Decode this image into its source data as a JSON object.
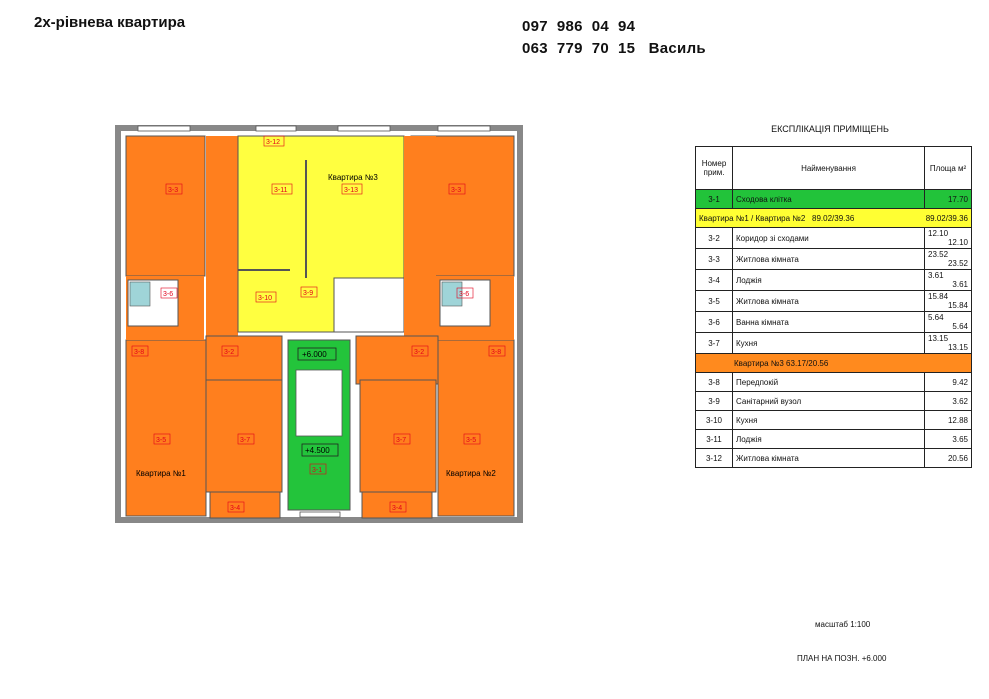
{
  "header": {
    "title": "2х-рівнева квартира",
    "phone1": "097  986  04  94",
    "phone2": "063  779  70  15   Василь"
  },
  "plan": {
    "colors": {
      "orange": "#ff7f1e",
      "yellow": "#ffff40",
      "green": "#23c43b",
      "wall": "#9a9a9a",
      "label_red": "#e3001b"
    },
    "room_tags": [
      "3-3",
      "3-3",
      "3-12",
      "3-11",
      "3-13",
      "3-6",
      "3-6",
      "3-10",
      "3-9",
      "3-8",
      "3-8",
      "3-2",
      "3-2",
      "3-5",
      "3-5",
      "3-7",
      "3-7",
      "3-4",
      "3-4",
      "3-1"
    ],
    "apartment_labels": [
      "Квартира №3",
      "Квартира №1",
      "Квартира №2"
    ],
    "level_marks": [
      "+6.000",
      "+4.500"
    ]
  },
  "table": {
    "title": "ЕКСПЛІКАЦІЯ  ПРИМІЩЕНЬ",
    "col_num": "Номер прим.",
    "col_name": "Найменування",
    "col_area": "Площа м²",
    "stair": {
      "num": "3-1",
      "name": "Сходова клітка",
      "area": "17.70"
    },
    "apt12": {
      "label": "Квартира №1 / Квартира №2",
      "v1": "89.02/39.36",
      "v2": "89.02/39.36"
    },
    "rows12": [
      {
        "num": "3-2",
        "name": "Коридор зі сходами",
        "a1": "12.10",
        "a2": "12.10"
      },
      {
        "num": "3-3",
        "name": "Житлова кімната",
        "a1": "23.52",
        "a2": "23.52"
      },
      {
        "num": "3-4",
        "name": "Лоджія",
        "a1": "3.61",
        "a2": "3.61"
      },
      {
        "num": "3-5",
        "name": "Житлова кімната",
        "a1": "15.84",
        "a2": "15.84"
      },
      {
        "num": "3-6",
        "name": "Ванна кімната",
        "a1": "5.64",
        "a2": "5.64"
      },
      {
        "num": "3-7",
        "name": "Кухня",
        "a1": "13.15",
        "a2": "13.15"
      }
    ],
    "apt3": {
      "label": "Квартира №3 63.17/20.56"
    },
    "rows3": [
      {
        "num": "3-8",
        "name": "Передпокій",
        "area": "9.42"
      },
      {
        "num": "3-9",
        "name": "Санітарний вузол",
        "area": "3.62"
      },
      {
        "num": "3-10",
        "name": "Кухня",
        "area": "12.88"
      },
      {
        "num": "3-11",
        "name": "Лоджія",
        "area": "3.65"
      },
      {
        "num": "3-12",
        "name": "Житлова кімната",
        "area": "20.56"
      }
    ]
  },
  "footer": {
    "scale": "масштаб 1:100",
    "plan_name": "ПЛАН НА ПОЗН.  +6.000"
  }
}
